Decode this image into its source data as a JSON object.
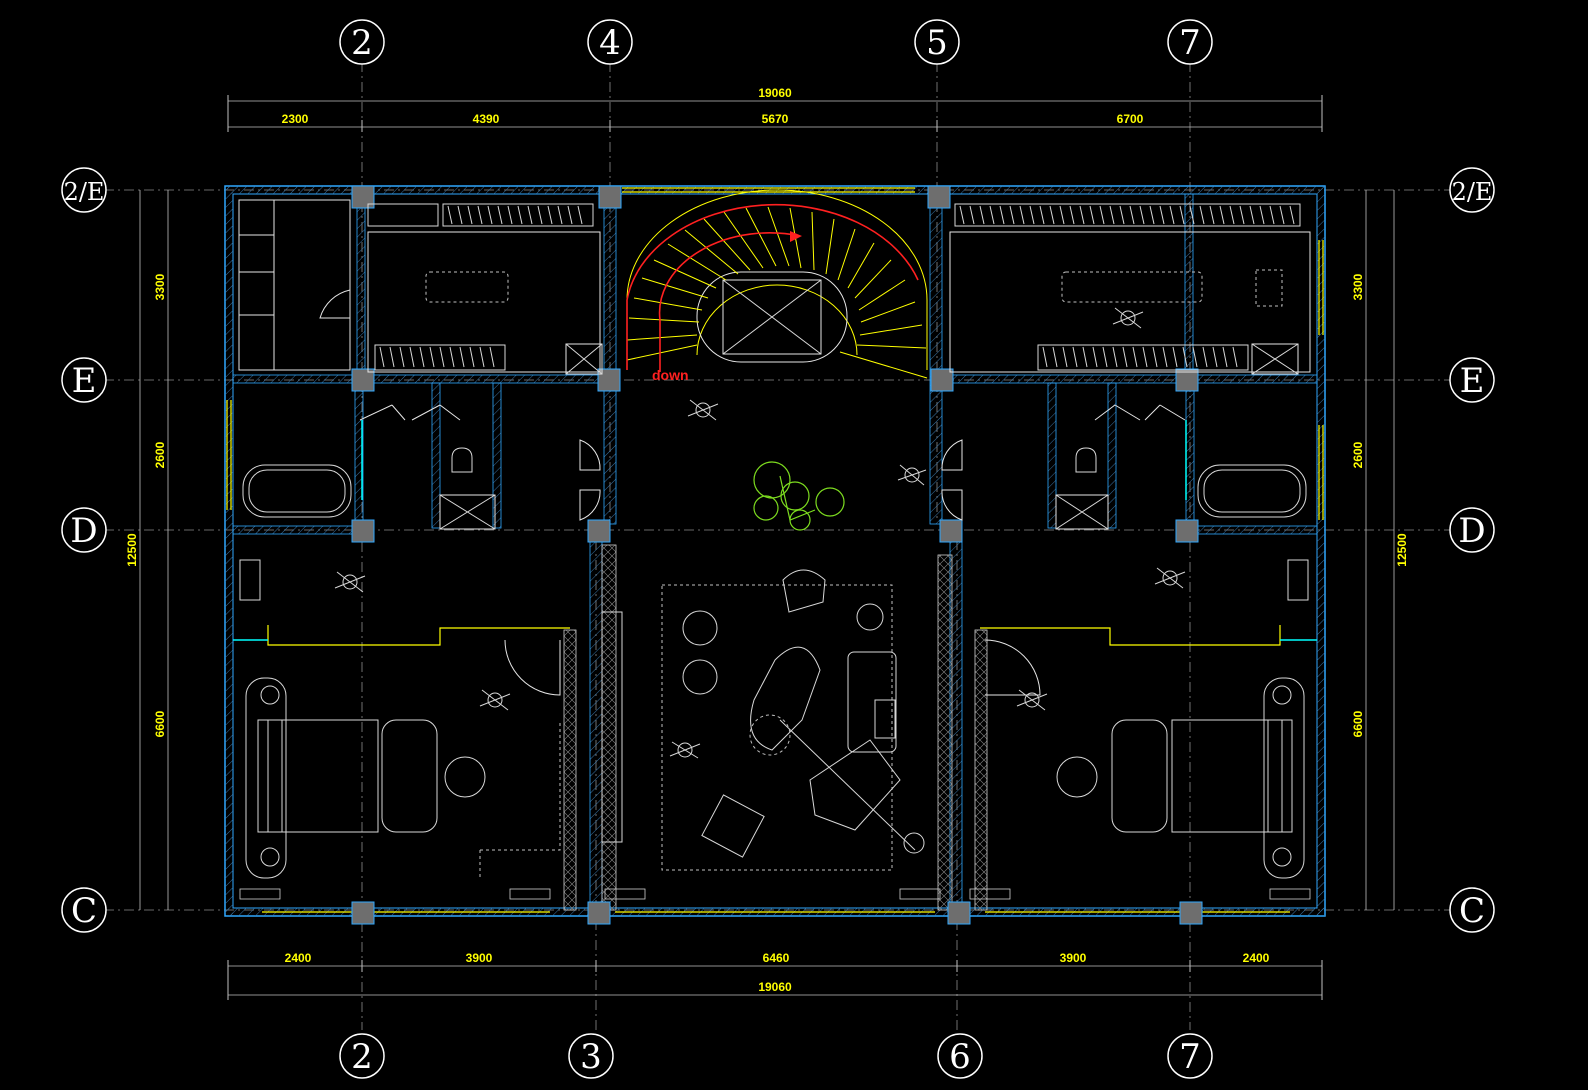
{
  "grid_top": [
    "2",
    "4",
    "5",
    "7"
  ],
  "grid_bottom": [
    "2",
    "3",
    "6",
    "7"
  ],
  "grid_left": [
    "2/E",
    "E",
    "D",
    "C"
  ],
  "grid_right": [
    "2/E",
    "E",
    "D",
    "C"
  ],
  "dims_top_total": "19060",
  "dims_top": [
    "2300",
    "4390",
    "5670",
    "6700"
  ],
  "dims_bottom": [
    "2400",
    "3900",
    "6460",
    "3900",
    "2400"
  ],
  "dims_bottom_total": "19060",
  "dims_left": [
    "3300",
    "2600",
    "6600"
  ],
  "dims_left_total": "12500",
  "dims_right": [
    "3300",
    "2600",
    "6600"
  ],
  "dims_right_total": "12500",
  "stair_label": "down",
  "colors": {
    "wall": "#2fa8ff",
    "dim": "#ffff00",
    "stair": "#ff2020"
  }
}
